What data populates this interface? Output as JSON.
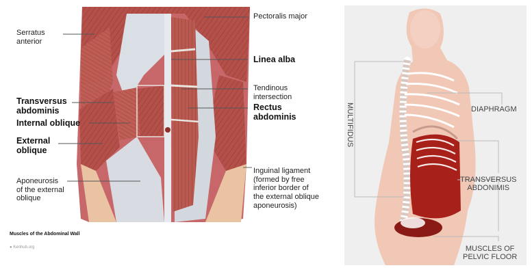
{
  "left_panel": {
    "labels": {
      "serratus_anterior": "Serratus\nanterior",
      "pectoralis_major": "Pectoralis major",
      "linea_alba": "Linea alba",
      "tendinous_intersection": "Tendinous\nintersection",
      "rectus_abdominis": "Rectus\nabdominis",
      "transversus_abdominis": "Transversus\nabdominis",
      "internal_oblique": "Internal oblique",
      "external_oblique": "External\noblique",
      "aponeurosis": "Aponeurosis\nof the external\noblique",
      "inguinal_ligament": "Inguinal ligament\n(formed by free\ninferior border of\nthe external oblique\naponeurosis)"
    },
    "caption": "Muscles of the Abdominal Wall",
    "credit": "Kenhub.org"
  },
  "right_panel": {
    "labels": {
      "multifidus": "MULTIFIDUS",
      "diaphragm": "DIAPHRAGM",
      "transversus_abdonimis": "TRANSVERSUS\nABDONIMIS",
      "pelvic_floor": "MUSCLES OF\nPELVIC FLOOR"
    }
  },
  "colors": {
    "muscle": "#b8524a",
    "fascia": "#d9dde3",
    "skin": "#f2c6b6",
    "right_bg": "#efefef",
    "deep_muscle": "#a8201a"
  }
}
